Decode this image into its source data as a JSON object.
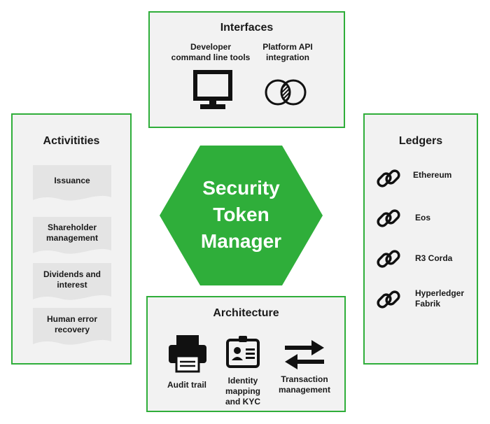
{
  "center": {
    "lines": [
      "Security",
      "Token",
      "Manager"
    ],
    "color": "#2fae3a"
  },
  "interfaces": {
    "title": "Interfaces",
    "items": [
      {
        "lines": [
          "Developer",
          "command line tools"
        ],
        "icon": "monitor-icon"
      },
      {
        "lines": [
          "Platform API",
          "integration"
        ],
        "icon": "venn-diagram-icon"
      }
    ]
  },
  "activities": {
    "title": "Activitities",
    "items": [
      {
        "lines": [
          "Issuance"
        ]
      },
      {
        "lines": [
          "Shareholder",
          "management"
        ]
      },
      {
        "lines": [
          "Dividends and",
          "interest"
        ]
      },
      {
        "lines": [
          "Human error",
          "recovery"
        ]
      }
    ]
  },
  "ledgers": {
    "title": "Ledgers",
    "items": [
      {
        "lines": [
          "Ethereum"
        ],
        "icon": "chain-link-icon"
      },
      {
        "lines": [
          "Eos"
        ],
        "icon": "chain-link-icon"
      },
      {
        "lines": [
          "R3 Corda"
        ],
        "icon": "chain-link-icon"
      },
      {
        "lines": [
          "Hyperledger",
          "Fabrik"
        ],
        "icon": "chain-link-icon"
      }
    ]
  },
  "architecture": {
    "title": "Architecture",
    "items": [
      {
        "lines": [
          "Audit trail"
        ],
        "icon": "printer-icon"
      },
      {
        "lines": [
          "Identity",
          "mapping",
          "and KYC"
        ],
        "icon": "id-card-icon"
      },
      {
        "lines": [
          "Transaction",
          "management"
        ],
        "icon": "transfer-arrows-icon"
      }
    ]
  },
  "colors": {
    "border": "#2fae3a",
    "hexagon": "#2fae3a",
    "box_bg": "#f2f2f2",
    "doc_bg": "#e4e4e4"
  }
}
